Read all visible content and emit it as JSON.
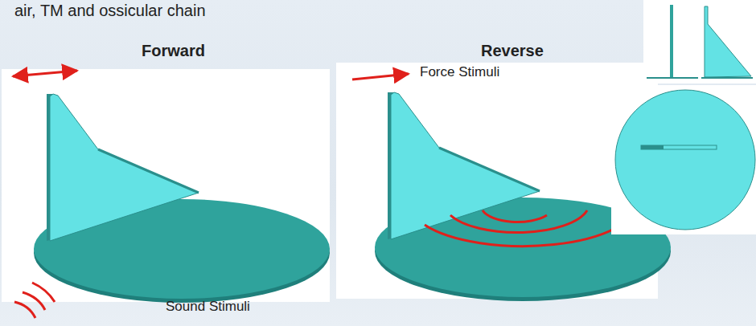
{
  "diagram": {
    "labels": [
      "air, TM and ossicular chain",
      "Forward",
      "Reverse",
      "Force Stimuli",
      "Sound Stimuli"
    ]
  }
}
